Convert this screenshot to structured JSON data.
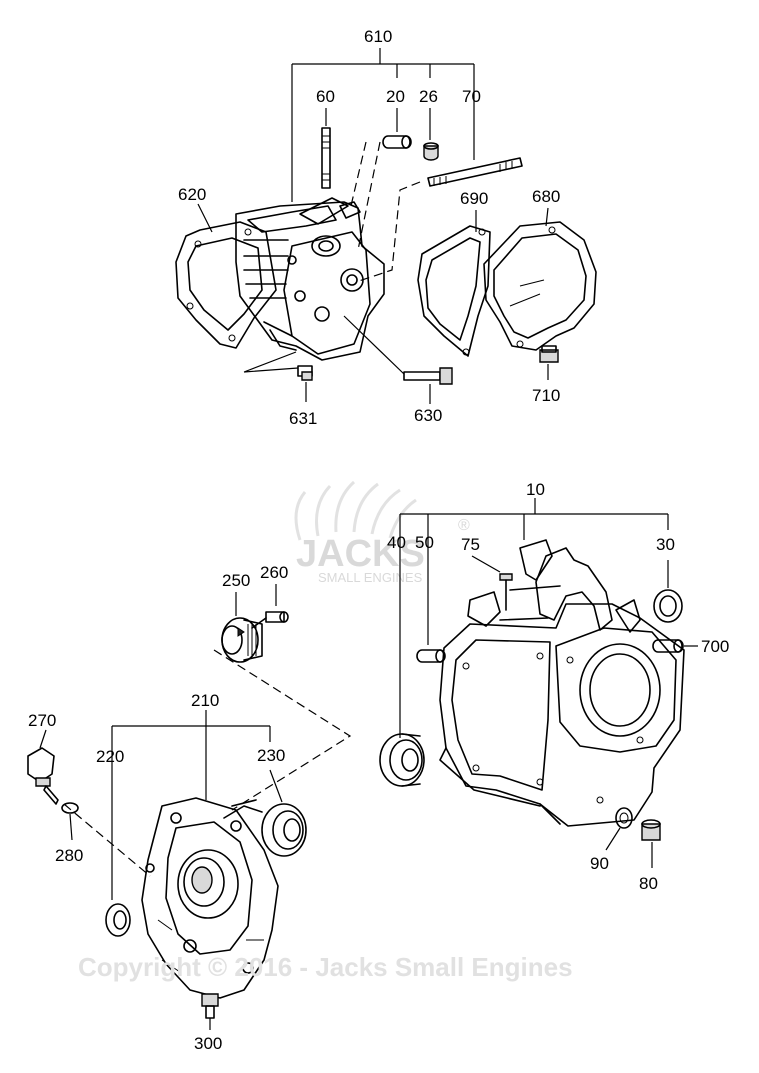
{
  "callouts": {
    "c610": "610",
    "c60": "60",
    "c20": "20",
    "c26": "26",
    "c70": "70",
    "c620": "620",
    "c690": "690",
    "c680": "680",
    "c631": "631",
    "c630": "630",
    "c710": "710",
    "c10": "10",
    "c40": "40",
    "c50": "50",
    "c75": "75",
    "c30": "30",
    "c700": "700",
    "c250": "250",
    "c260": "260",
    "c210": "210",
    "c270": "270",
    "c220": "220",
    "c230": "230",
    "c280": "280",
    "c90": "90",
    "c80": "80",
    "c300": "300"
  },
  "watermark": {
    "brand": "JACKS",
    "registered": "®",
    "tagline": "SMALL ENGINES"
  },
  "copyright": "Copyright © 2016 - Jacks Small Engines"
}
